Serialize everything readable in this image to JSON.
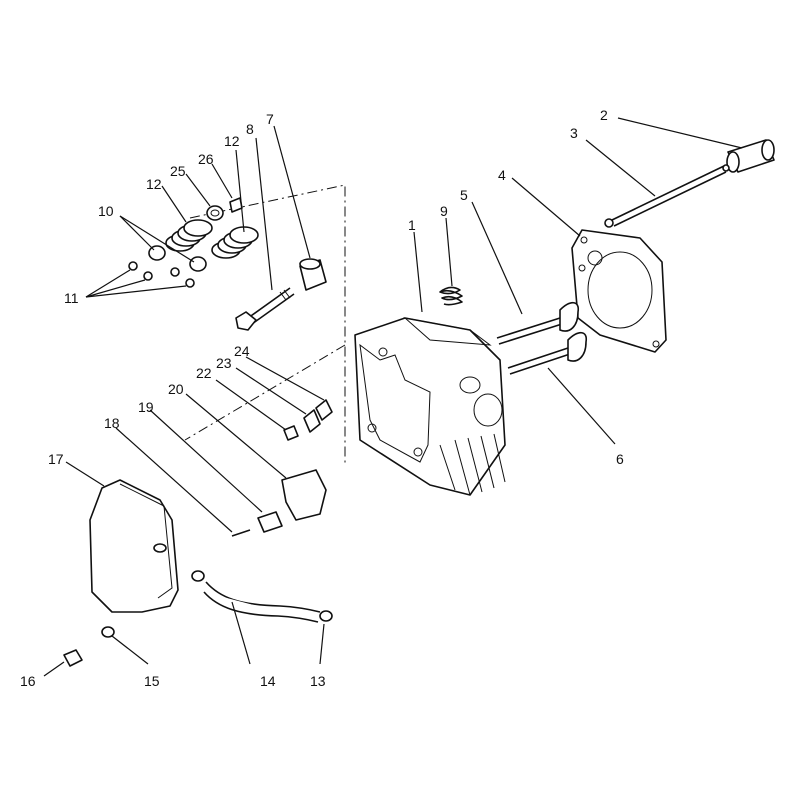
{
  "diagram": {
    "callouts": [
      {
        "id": "1",
        "text": "1"
      },
      {
        "id": "2",
        "text": "2"
      },
      {
        "id": "3",
        "text": "3"
      },
      {
        "id": "4",
        "text": "4"
      },
      {
        "id": "5",
        "text": "5"
      },
      {
        "id": "6",
        "text": "6"
      },
      {
        "id": "7",
        "text": "7"
      },
      {
        "id": "8",
        "text": "8"
      },
      {
        "id": "9",
        "text": "9"
      },
      {
        "id": "10",
        "text": "10"
      },
      {
        "id": "11",
        "text": "11"
      },
      {
        "id": "12a",
        "text": "12"
      },
      {
        "id": "12b",
        "text": "12"
      },
      {
        "id": "13",
        "text": "13"
      },
      {
        "id": "14",
        "text": "14"
      },
      {
        "id": "15",
        "text": "15"
      },
      {
        "id": "16",
        "text": "16"
      },
      {
        "id": "17",
        "text": "17"
      },
      {
        "id": "18",
        "text": "18"
      },
      {
        "id": "19",
        "text": "19"
      },
      {
        "id": "20",
        "text": "20"
      },
      {
        "id": "22",
        "text": "22"
      },
      {
        "id": "23",
        "text": "23"
      },
      {
        "id": "24",
        "text": "24"
      },
      {
        "id": "25",
        "text": "25"
      },
      {
        "id": "26",
        "text": "26"
      }
    ]
  }
}
